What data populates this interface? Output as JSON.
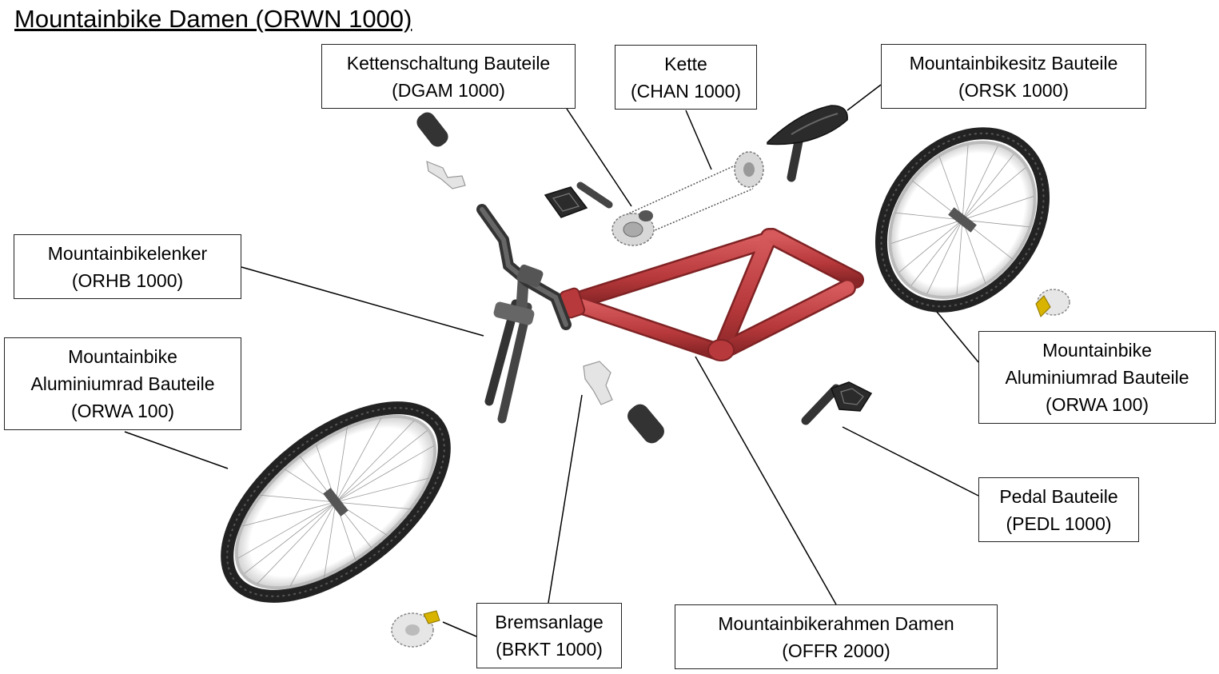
{
  "title": "Mountainbike Damen (ORWN 1000)",
  "colors": {
    "frame": "#b8393b",
    "frame_dark": "#7f2224",
    "tire": "#222222",
    "rim": "#e6e6e6",
    "parts_dark": "#3a3a3a",
    "caliper": "#d8b400"
  },
  "labels": {
    "derailleur": [
      "Kettenschaltung Bauteile",
      "(DGAM 1000)"
    ],
    "chain": [
      "Kette",
      "(CHAN 1000)"
    ],
    "seat": [
      "Mountainbikesitz Bauteile",
      "(ORSK 1000)"
    ],
    "handlebar": [
      "Mountainbikelenker",
      "(ORHB 1000)"
    ],
    "wheel_left": [
      "Mountainbike",
      "Aluminiumrad Bauteile",
      "(ORWA 100)"
    ],
    "wheel_right": [
      "Mountainbike",
      "Aluminiumrad Bauteile",
      "(ORWA 100)"
    ],
    "pedal": [
      "Pedal Bauteile",
      "(PEDL 1000)"
    ],
    "brake": [
      "Bremsanlage",
      "(BRKT 1000)"
    ],
    "frame": [
      "Mountainbikerahmen Damen",
      "(OFFR 2000)"
    ]
  }
}
